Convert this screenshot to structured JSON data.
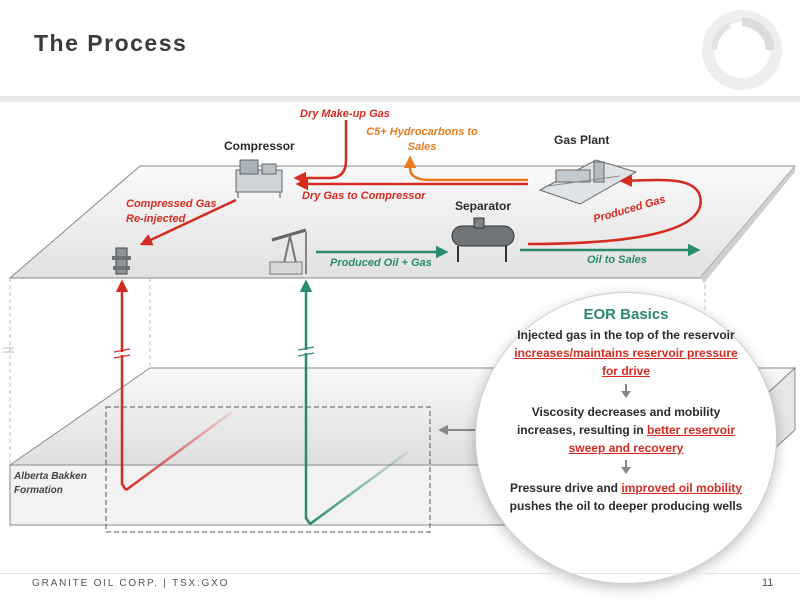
{
  "header": {
    "title": "The Process"
  },
  "equipment": {
    "compressor": "Compressor",
    "gas_plant": "Gas Plant",
    "separator": "Separator"
  },
  "flows": {
    "dry_makeup_gas": "Dry Make-up Gas",
    "c5_hydrocarbons": "C5+ Hydrocarbons to Sales",
    "dry_gas_to_compressor": "Dry Gas to Compressor",
    "compressed_gas": "Compressed Gas Re-injected",
    "produced_gas": "Produced Gas",
    "produced_oil_gas": "Produced Oil + Gas",
    "oil_to_sales": "Oil to Sales"
  },
  "formation": {
    "label": "Alberta Bakken Formation"
  },
  "eor": {
    "title": "EOR Basics",
    "p1_pre": "Injected gas in the top of the reservoir ",
    "p1_hl": "increases/maintains reservoir pressure for drive",
    "p2_pre": "Viscosity decreases and mobility increases, resulting in ",
    "p2_hl": "better reservoir sweep and recovery",
    "p3_pre": "Pressure drive and ",
    "p3_hl": "improved oil mobility",
    "p3_post": " pushes the oil to deeper producing wells"
  },
  "footer": {
    "company": "GRANITE OIL CORP. | TSX:GXO",
    "page": "11"
  },
  "colors": {
    "injection_red": "#d62b20",
    "production_green": "#2a8a6e",
    "c5_orange": "#e77a1f"
  }
}
